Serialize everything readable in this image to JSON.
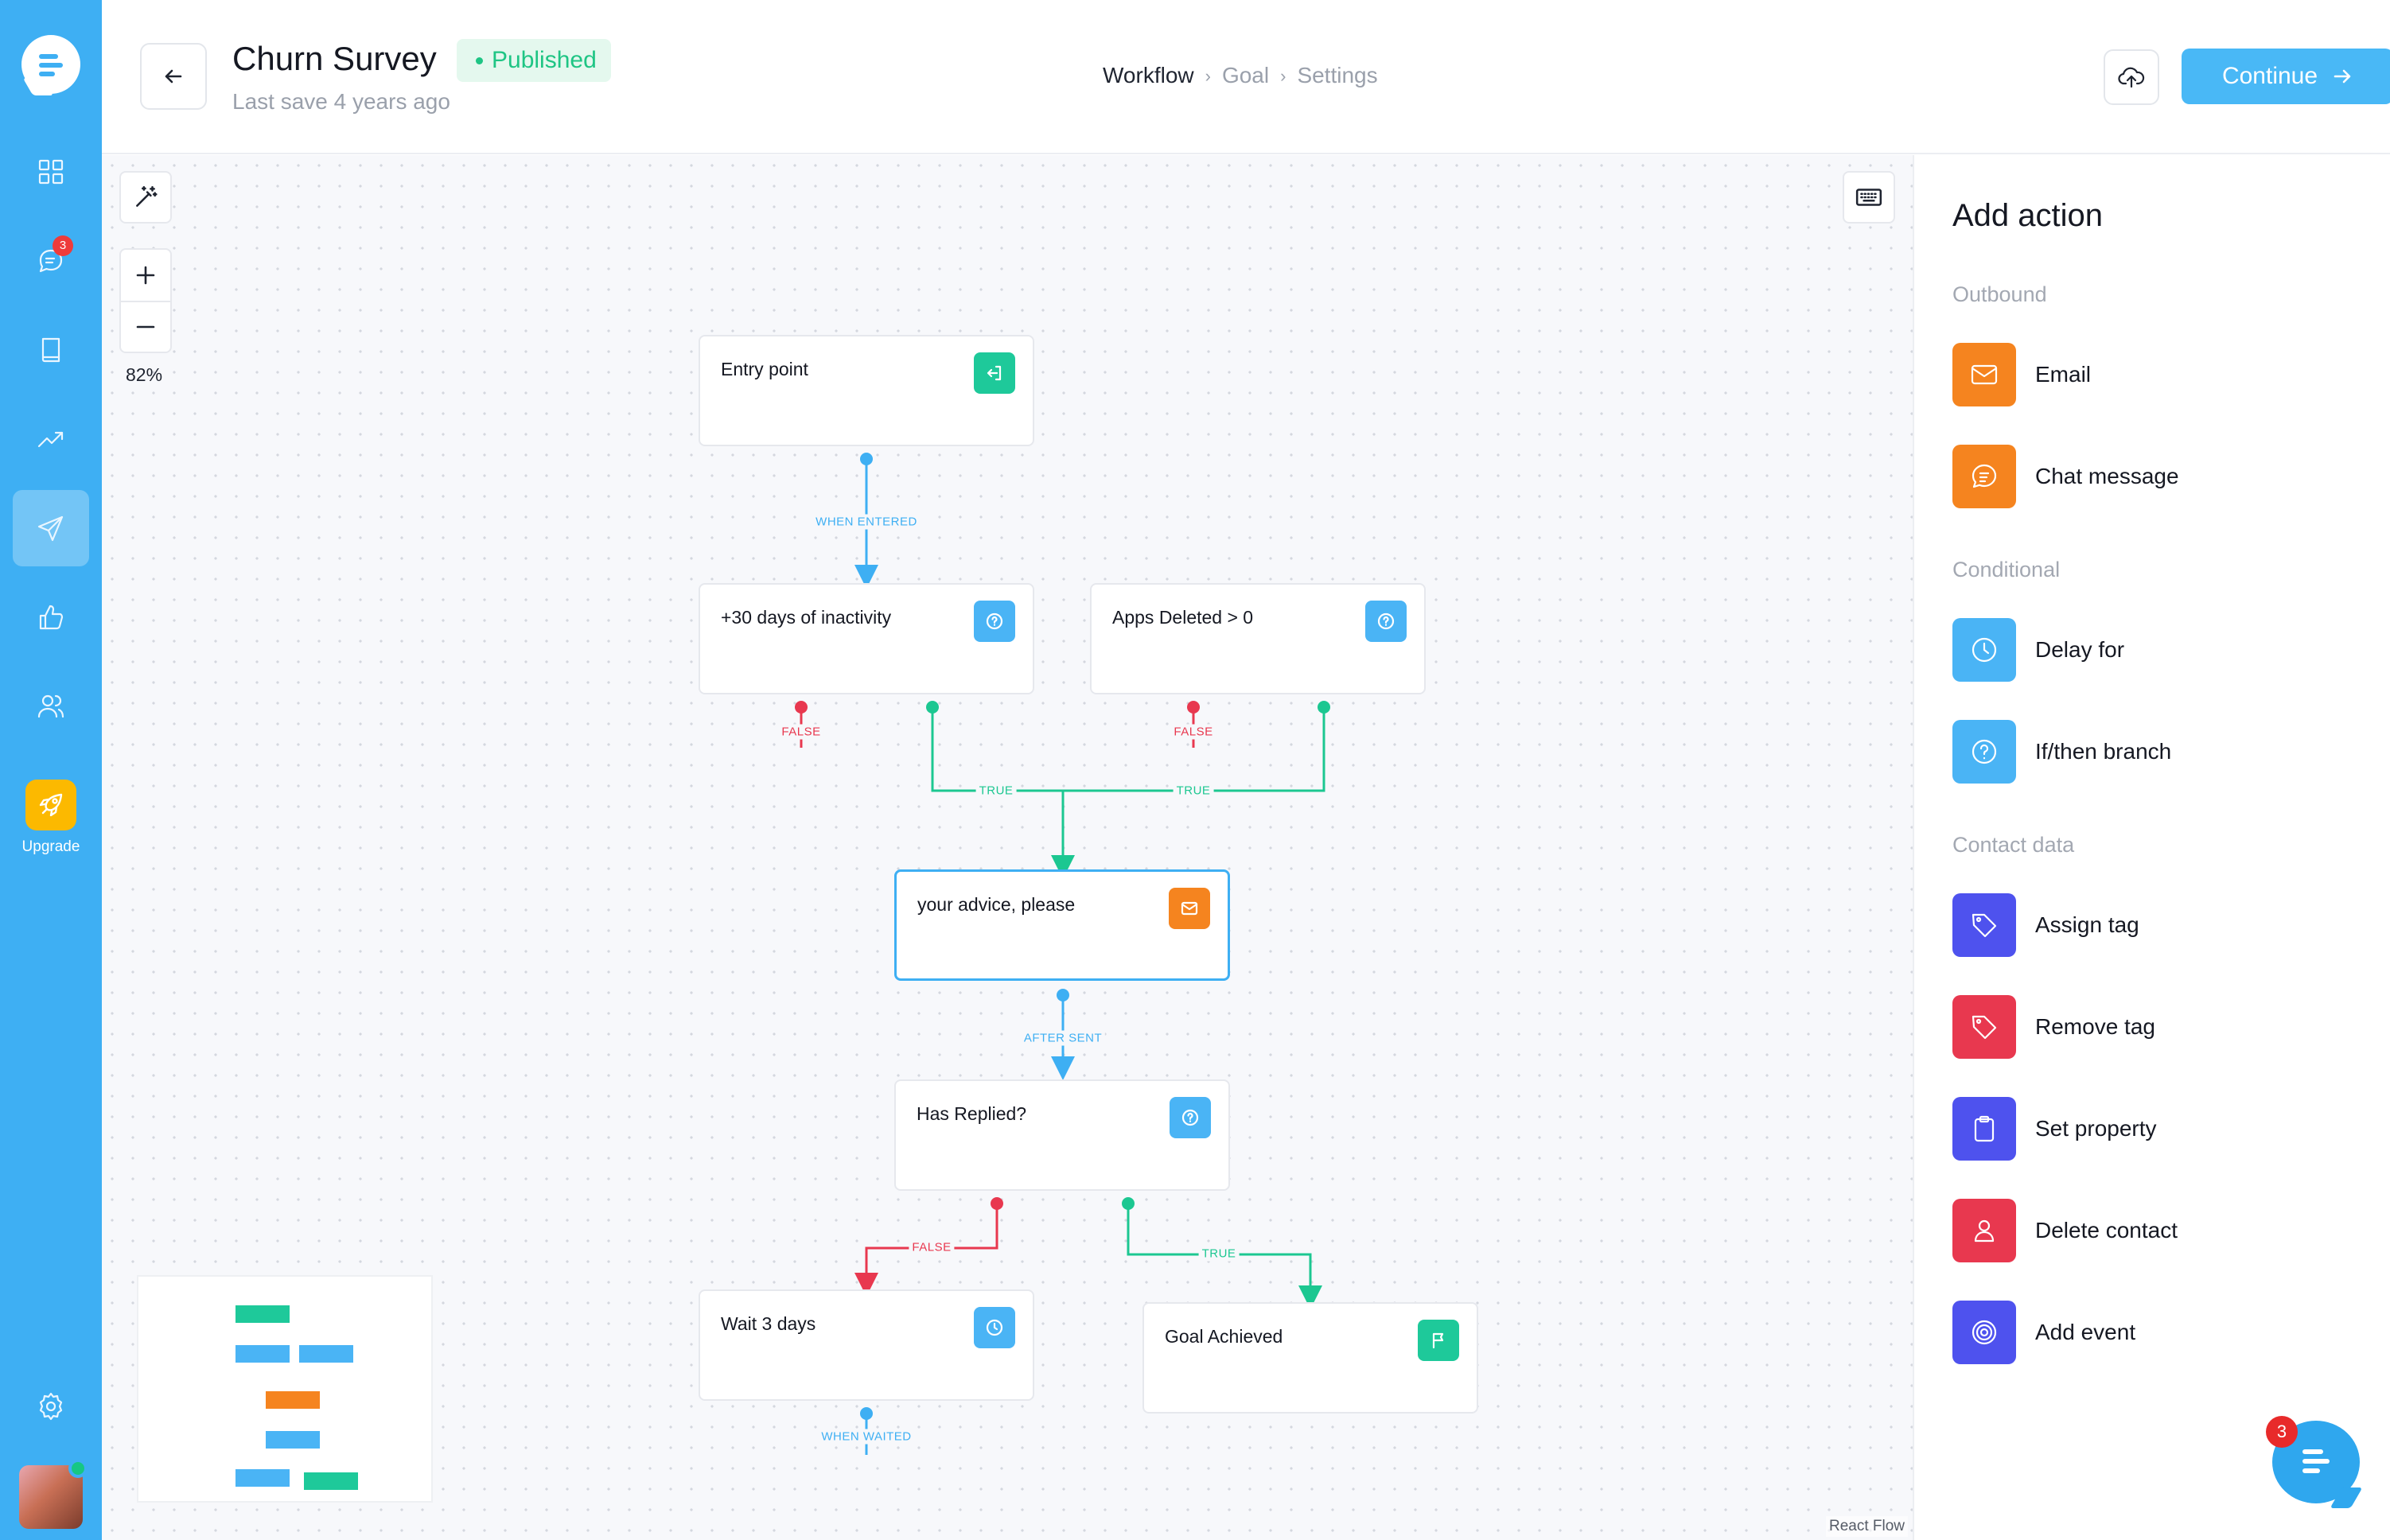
{
  "header": {
    "title": "Churn Survey",
    "status": "Published",
    "last_save": "Last save 4 years ago",
    "breadcrumbs": [
      "Workflow",
      "Goal",
      "Settings"
    ],
    "breadcrumb_separator": "›",
    "continue_label": "Continue"
  },
  "sidebar": {
    "items": [
      {
        "icon": "dashboard-grid-icon"
      },
      {
        "icon": "chat-bubble-icon",
        "badge": "3"
      },
      {
        "icon": "book-icon"
      },
      {
        "icon": "trending-up-icon"
      },
      {
        "icon": "send-icon",
        "active": true
      },
      {
        "icon": "thumbs-up-icon"
      },
      {
        "icon": "users-icon"
      }
    ],
    "upgrade_label": "Upgrade"
  },
  "canvas": {
    "zoom": "82%",
    "attribution": "React Flow",
    "nodes": [
      {
        "id": "entry",
        "label": "Entry point",
        "icon": "entry-icon",
        "color": "#1ec99a"
      },
      {
        "id": "inactivity",
        "label": "+30 days of inactivity",
        "icon": "question-icon",
        "color": "#4ab4f5"
      },
      {
        "id": "apps-deleted",
        "label": "Apps Deleted > 0",
        "icon": "question-icon",
        "color": "#4ab4f5"
      },
      {
        "id": "advice",
        "label": "your advice, please",
        "icon": "mail-icon",
        "color": "#f5841f"
      },
      {
        "id": "replied",
        "label": "Has Replied?",
        "icon": "question-icon",
        "color": "#4ab4f5"
      },
      {
        "id": "wait",
        "label": "Wait 3 days",
        "icon": "clock-icon",
        "color": "#4ab4f5"
      },
      {
        "id": "goal",
        "label": "Goal Achieved",
        "icon": "flag-icon",
        "color": "#1ec99a"
      }
    ],
    "edge_labels": {
      "when_entered": "WHEN ENTERED",
      "false_1": "FALSE",
      "false_2": "FALSE",
      "true_1": "TRUE",
      "true_2": "TRUE",
      "after_sent": "AFTER SENT",
      "false_3": "FALSE",
      "true_3": "TRUE",
      "when_waited": "WHEN WAITED"
    }
  },
  "panel": {
    "title": "Add action",
    "sections": [
      {
        "label": "Outbound",
        "actions": [
          {
            "label": "Email",
            "icon": "mail-icon",
            "color": "#f5841f"
          },
          {
            "label": "Chat message",
            "icon": "chat-message-icon",
            "color": "#f5841f"
          }
        ]
      },
      {
        "label": "Conditional",
        "actions": [
          {
            "label": "Delay for",
            "icon": "clock-icon",
            "color": "#4ab4f5"
          },
          {
            "label": "If/then branch",
            "icon": "question-icon",
            "color": "#4ab4f5"
          }
        ]
      },
      {
        "label": "Contact data",
        "actions": [
          {
            "label": "Assign tag",
            "icon": "tag-icon",
            "color": "#4e52ee"
          },
          {
            "label": "Remove tag",
            "icon": "tag-icon",
            "color": "#e8384f"
          },
          {
            "label": "Set property",
            "icon": "clipboard-icon",
            "color": "#4e52ee"
          },
          {
            "label": "Delete contact",
            "icon": "user-icon",
            "color": "#e8384f"
          },
          {
            "label": "Add event",
            "icon": "target-icon",
            "color": "#4e52ee"
          }
        ]
      }
    ]
  },
  "chat_widget": {
    "badge": "3"
  }
}
